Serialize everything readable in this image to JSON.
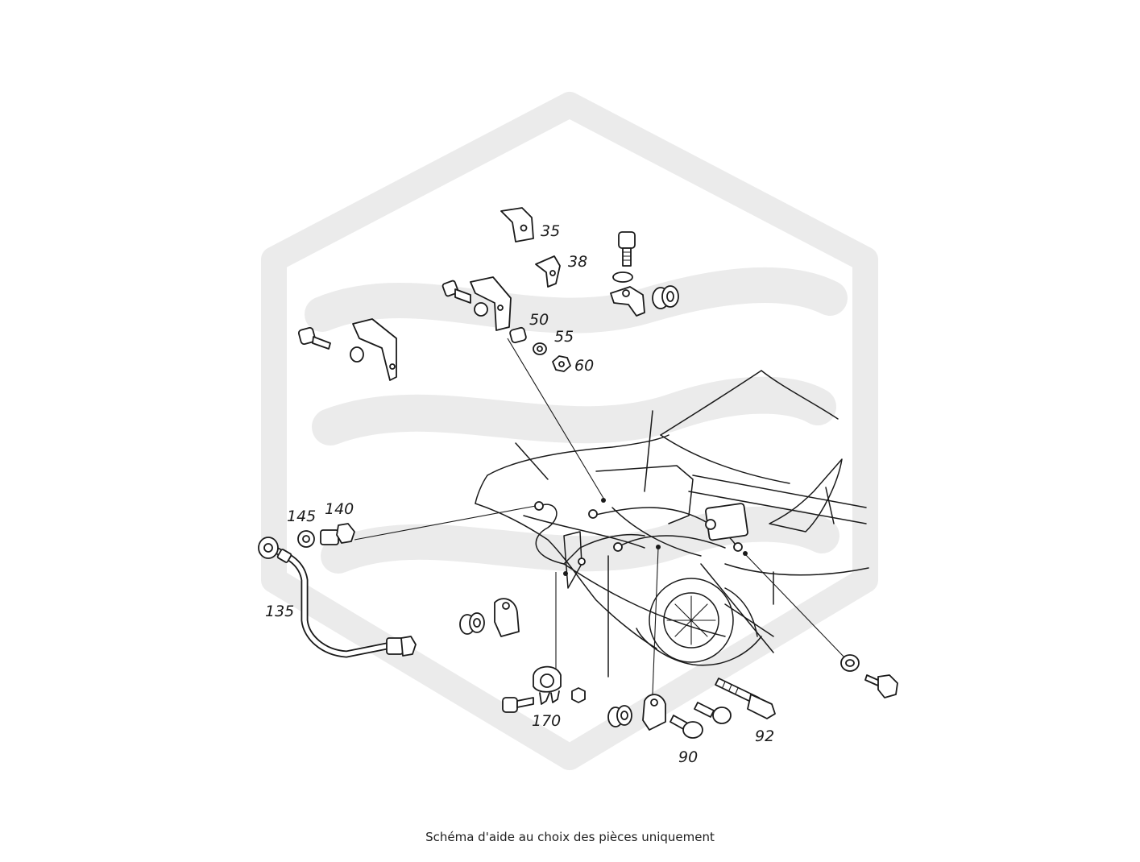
{
  "caption": "Schéma d'aide au choix des pièces uniquement",
  "watermark": {
    "color": "#ebebeb"
  },
  "callouts": {
    "n35": "35",
    "n38": "38",
    "n50": "50",
    "n55": "55",
    "n60": "60",
    "n90": "90",
    "n92": "92",
    "n135": "135",
    "n140": "140",
    "n145": "145",
    "n170": "170"
  }
}
